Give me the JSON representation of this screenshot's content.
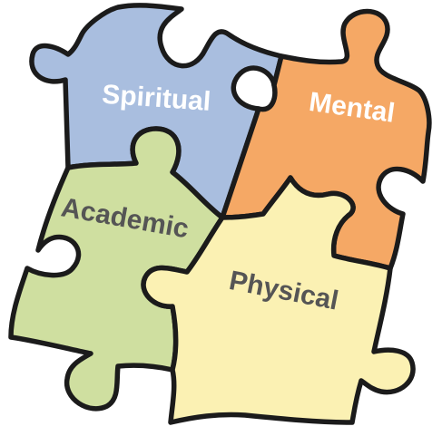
{
  "pieces": {
    "spiritual": {
      "label": "Spiritual",
      "fill": "#a9bedf",
      "text_color": "#ffffff"
    },
    "mental": {
      "label": "Mental",
      "fill": "#f5a865",
      "text_color": "#ffffff"
    },
    "academic": {
      "label": "Academic",
      "fill": "#cfdfa0",
      "text_color": "#555555"
    },
    "physical": {
      "label": "Physical",
      "fill": "#fbf1b3",
      "text_color": "#555555"
    }
  },
  "outline_color": "#1b1b1b"
}
